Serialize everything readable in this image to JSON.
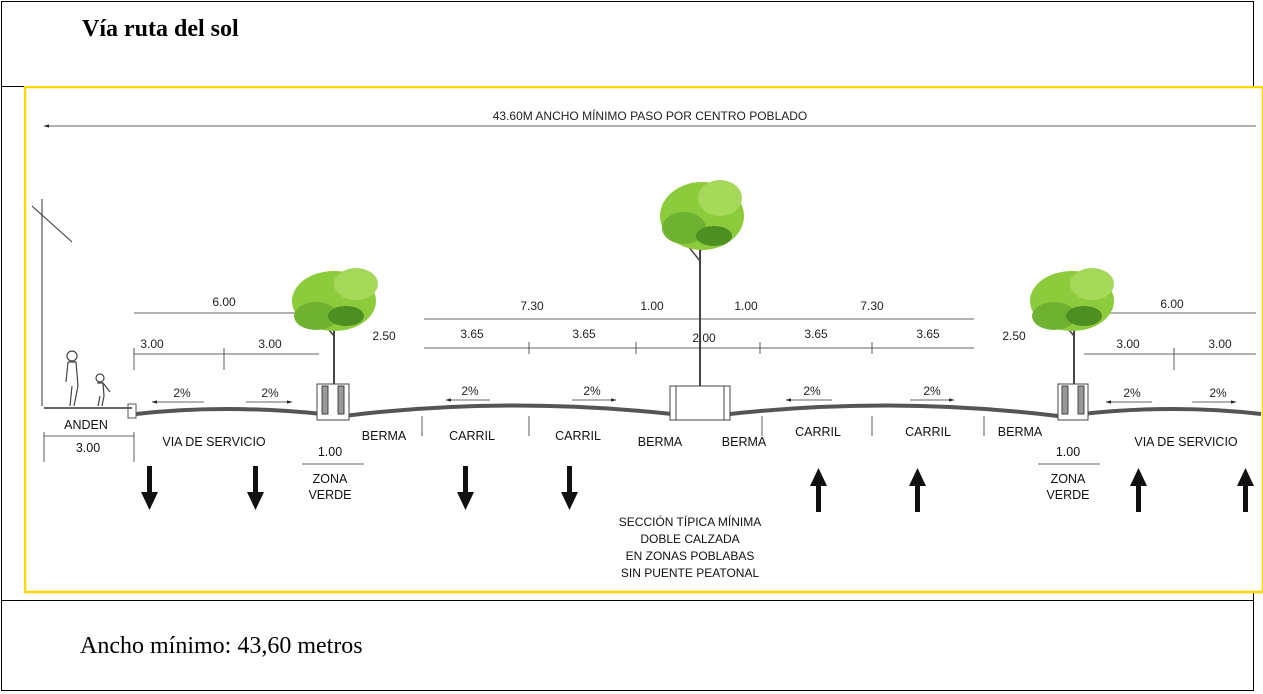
{
  "document": {
    "heading": "Vía ruta del sol",
    "caption": "Ancho mínimo: 43,60 metros"
  },
  "figure": {
    "overall_dimension": "43.60M ANCHO MÍNIMO PASO POR CENTRO POBLADO",
    "group_dimensions": [
      "6.00",
      "7.30",
      "1.00",
      "1.00",
      "7.30",
      "6.00"
    ],
    "sub_dimensions": [
      "3.00",
      "3.00",
      "2.50",
      "3.65",
      "3.65",
      "2.00",
      "3.65",
      "3.65",
      "2.50",
      "3.00",
      "3.00"
    ],
    "slopes": [
      "2%",
      "2%",
      "2%",
      "2%",
      "2%",
      "2%",
      "2%",
      "2%"
    ],
    "anden": {
      "label": "ANDEN",
      "width": "3.00"
    },
    "zone_labels": [
      "VIA DE SERVICIO",
      "BERMA",
      "CARRIL",
      "CARRIL",
      "BERMA",
      "BERMA",
      "CARRIL",
      "CARRIL",
      "BERMA",
      "VIA DE SERVICIO"
    ],
    "zona_verde": {
      "width": "1.00",
      "line1": "ZONA",
      "line2": "VERDE"
    },
    "note_lines": [
      "SECCIÓN TÍPICA MÍNIMA",
      "DOBLE CALZADA",
      "EN ZONAS POBLABAS",
      "SIN PUENTE PEATONAL"
    ],
    "colors": {
      "frame": "#ffd800",
      "foliage": "#8ccc3c",
      "foliage_dark": "#4e8f22",
      "trunk": "#444444",
      "road": "#555555"
    }
  }
}
